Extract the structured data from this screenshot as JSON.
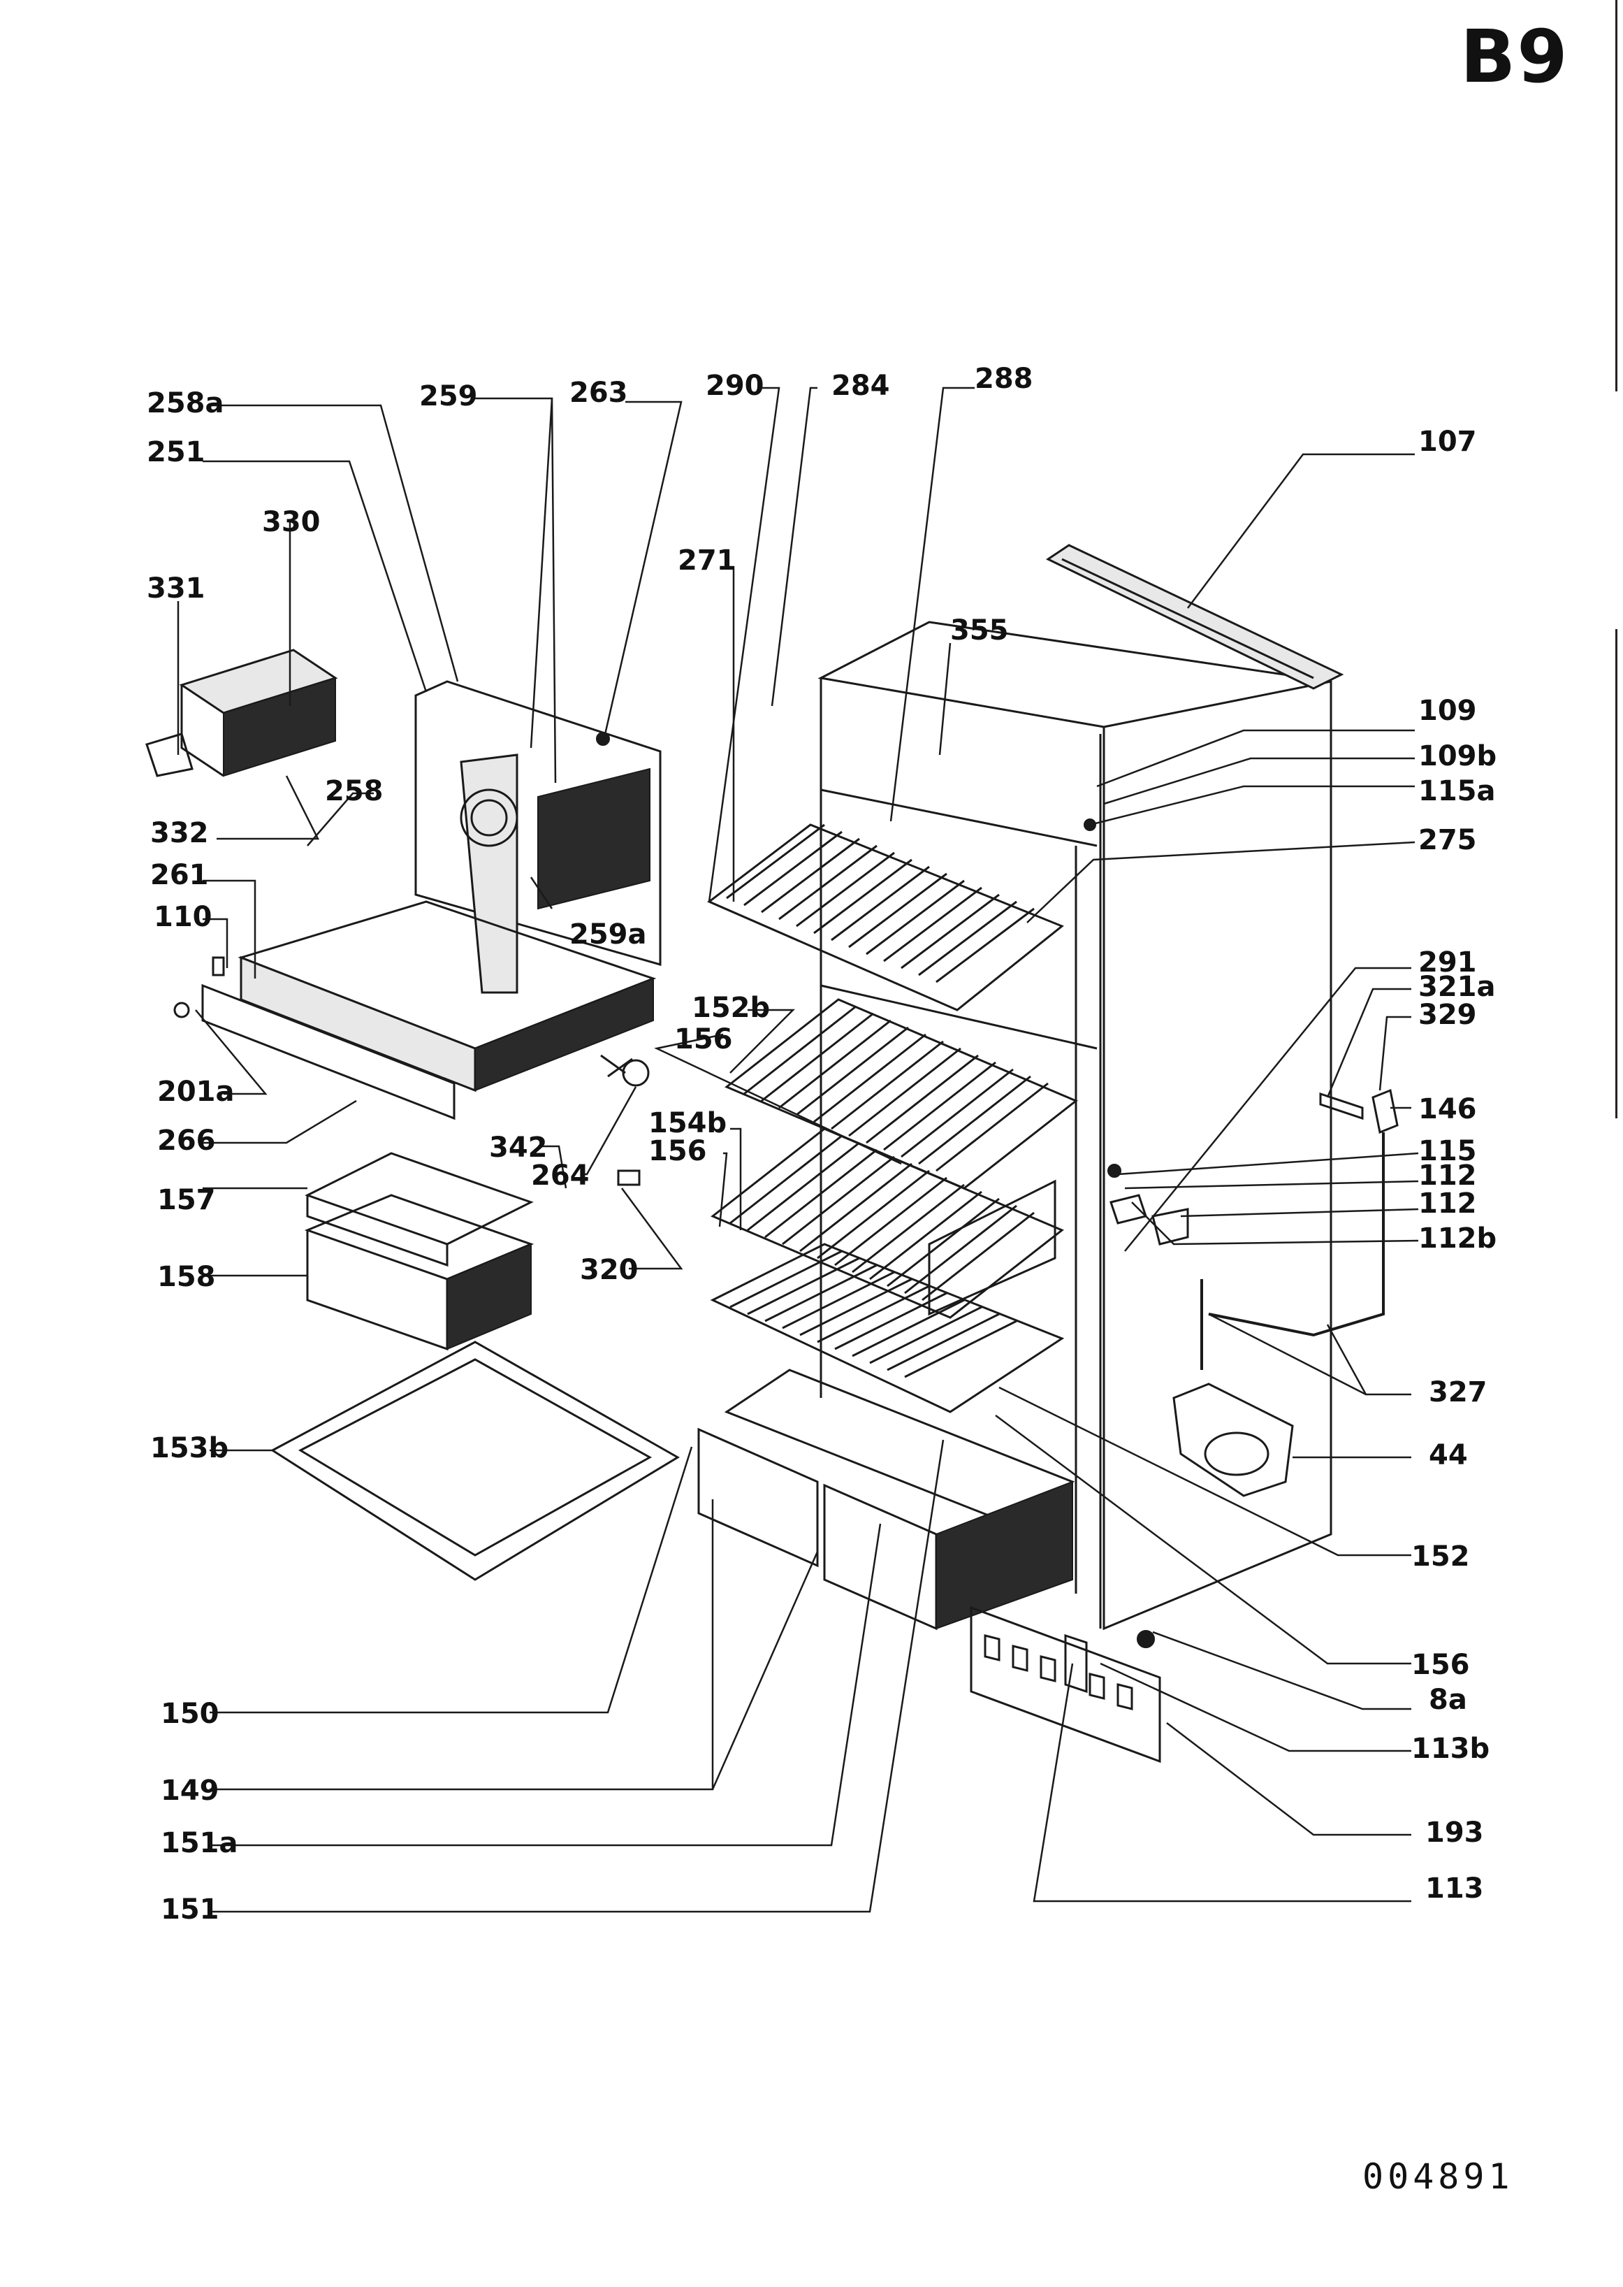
{
  "page_code": "B9",
  "document_number": "004891",
  "labels": [
    "258a",
    "251",
    "259",
    "263",
    "290",
    "284",
    "288",
    "107",
    "330",
    "331",
    "271",
    "355",
    "109",
    "109b",
    "115a",
    "258",
    "332",
    "275",
    "261",
    "110",
    "259a",
    "291",
    "321a",
    "329",
    "152b",
    "156",
    "146",
    "201a",
    "266",
    "342",
    "264",
    "154b",
    "156",
    "115",
    "112",
    "112",
    "112b",
    "157",
    "320",
    "158",
    "327",
    "44",
    "153b",
    "152",
    "156",
    "8a",
    "150",
    "113b",
    "149",
    "193",
    "151a",
    "113",
    "151"
  ]
}
